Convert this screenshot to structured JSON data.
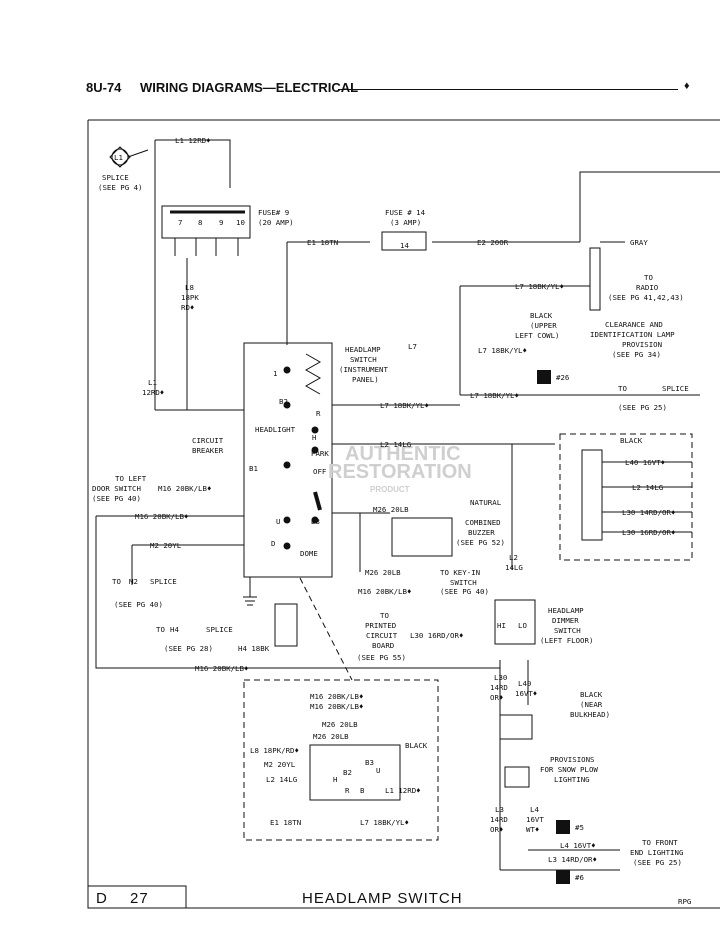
{
  "header": {
    "page_number": "8U-74",
    "section_title": "WIRING DIAGRAMS—ELECTRICAL",
    "end_mark": "♦"
  },
  "footer": {
    "code": "D",
    "number": "27",
    "title": "HEADLAMP SWITCH",
    "ref": "RPG"
  },
  "watermark": {
    "line1": "AUTHENTIC",
    "line2": "RESTORATION",
    "line3": "PRODUCT"
  },
  "labels": {
    "l1_12rd_top": "L1 12RD♦",
    "l1_bubble": "L1",
    "splice_see4_a": "SPLICE",
    "splice_see4_b": "(SEE PG 4)",
    "fuse_nums": [
      "7",
      "8",
      "9",
      "10"
    ],
    "fuse9_a": "FUSE# 9",
    "fuse9_b": "(20 AMP)",
    "fuse14_a": "FUSE # 14",
    "fuse14_b": "(3 AMP)",
    "fuse14_c": "14",
    "e1_18tn": "E1 18TN",
    "e2_20or": "E2 20OR",
    "gray": "GRAY",
    "to_radio_a": "TO",
    "to_radio_b": "RADIO",
    "to_radio_c": "(SEE PG 41,42,43)",
    "l7_18bk_yl_top": "L7 18BK/YL♦",
    "black_upper_a": "BLACK",
    "black_upper_b": "(UPPER",
    "black_upper_c": "LEFT COWL)",
    "clearance_a": "CLEARANCE AND",
    "clearance_b": "IDENTIFICATION LAMP",
    "clearance_c": "PROVISION",
    "clearance_d": "(SEE PG 34)",
    "l8_a": "L8",
    "l8_b": "18PK",
    "l8_c": "RD♦",
    "hl_switch_a": "HEADLAMP",
    "hl_switch_b": "SWITCH",
    "hl_switch_c": "(INSTRUMENT",
    "hl_switch_d": "PANEL)",
    "l7_bubble": "L7",
    "l7_18bk_yl_mid": "L7 18BK/YL♦",
    "ground26": "#26",
    "l1_12rd_left_a": "L1",
    "l1_12rd_left_b": "12RD♦",
    "sw_1": "1",
    "sw_b2": "B2",
    "sw_r": "R",
    "l7_18bk_yl_row": "L7 18BK/YL♦",
    "l7_18bk_yl_right": "L7 18BK/YL♦",
    "to_splice_l7": "TO",
    "splice_l7": "SPLICE",
    "see25": "(SEE PG 25)",
    "headlight": "HEADLIGHT",
    "sw_h": "H",
    "park": "PARK",
    "circuit_breaker_a": "CIRCUIT",
    "circuit_breaker_b": "BREAKER",
    "l2_14lg": "L2 14LG",
    "sw_b1": "B1",
    "off": "OFF",
    "black_conn": "BLACK",
    "l40_16vt": "L40 16VT♦",
    "l2_14lg_conn": "L2 14LG",
    "l30_14rd_or": "L30 14RD/OR♦",
    "l30_16rd_or": "L30 16RD/OR♦",
    "to_left_door_a": "TO LEFT",
    "to_left_door_b": "DOOR SWITCH",
    "to_left_door_c": "(SEE PG 40)",
    "m16_20bk_lb_a": "M16 20BK/LB♦",
    "m16_20bk_lb_b": "M16 20BK/LB♦",
    "natural": "NATURAL",
    "m26_20lb": "M26 20LB",
    "combined_buzzer_a": "COMBINED",
    "combined_buzzer_b": "BUZZER",
    "combined_buzzer_c": "(SEE PG 52)",
    "sw_u": "U",
    "sw_b3": "B3",
    "sw_d": "D",
    "dome": "DOME",
    "m2_20yl": "M2 20YL",
    "m2_bubble": "M2",
    "to_m2": "TO",
    "splice_m2": "SPLICE",
    "see40": "(SEE PG 40)",
    "m26_20lb_b": "M26 20LB",
    "to_keyin_a": "TO KEY-IN",
    "to_keyin_b": "SWITCH",
    "m16_20bk_lb_c": "M16 20BK/LB♦",
    "see40_b": "(SEE PG 40)",
    "l2_14lg_vert_a": "L2",
    "l2_14lg_vert_b": "14LG",
    "dimmer_a": "HEADLAMP",
    "dimmer_b": "DIMMER",
    "dimmer_c": "SWITCH",
    "dimmer_d": "(LEFT FLOOR)",
    "to_printed_a": "TO",
    "to_printed_b": "PRINTED",
    "to_printed_c": "CIRCUIT",
    "to_printed_d": "BOARD",
    "to_printed_e": "(SEE PG 55)",
    "l30_16rd_or_b": "L30 16RD/OR♦",
    "hi": "HI",
    "lo": "LO",
    "h4_bubble": "H4",
    "to_h4": "TO",
    "splice_h4": "SPLICE",
    "see28": "(SEE PG 28)",
    "h4_18bk": "H4 18BK",
    "m16_20bk_lb_d": "M16 20BK/LB♦",
    "l30_a": "L30",
    "l30_b": "14RD",
    "l30_c": "OR♦",
    "l40_a": "L40",
    "l40_b": "16VT♦",
    "black_bulk_a": "BLACK",
    "black_bulk_b": "(NEAR",
    "black_bulk_c": "BULKHEAD)",
    "conn_m16_a": "M16 20BK/LB♦",
    "conn_m16_b": "M16 20BK/LB♦",
    "conn_m26_a": "M26 20LB",
    "conn_m26_b": "M26 20LB",
    "conn_l8": "L8 18PK/RD♦",
    "conn_m2": "M2 20YL",
    "conn_l2": "L2 14LG",
    "conn_black": "BLACK",
    "conn_l1": "L1 12RD♦",
    "conn_e1": "E1 18TN",
    "conn_l7": "L7 18BK/YL♦",
    "conn_b3": "B3",
    "conn_u": "U",
    "conn_b2": "B2",
    "conn_h": "H",
    "conn_r": "R",
    "conn_b": "B",
    "snow_a": "PROVISIONS",
    "snow_b": "FOR SNOW PLOW",
    "snow_c": "LIGHTING",
    "l3_a": "L3",
    "l3_b": "14RD",
    "l3_c": "OR♦",
    "l4_a": "L4",
    "l4_b": "16VT",
    "l4_c": "WT♦",
    "ground5": "#5",
    "l4_16vt": "L4 16VT♦",
    "l3_14rd_or": "L3 14RD/OR♦",
    "to_front_a": "TO FRONT",
    "to_front_b": "END LIGHTING",
    "to_front_c": "(SEE PG 25)",
    "ground6": "#6"
  }
}
